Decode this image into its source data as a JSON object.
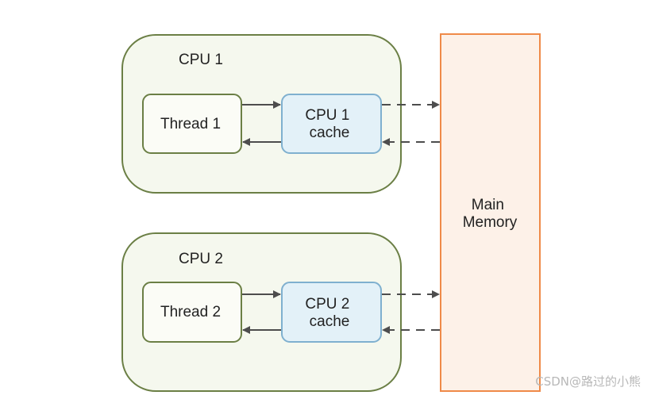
{
  "diagram": {
    "cpu1": {
      "title": "CPU 1",
      "thread_label": "Thread 1",
      "cache_label": [
        "CPU 1",
        "cache"
      ]
    },
    "cpu2": {
      "title": "CPU 2",
      "thread_label": "Thread 2",
      "cache_label": [
        "CPU 2",
        "cache"
      ]
    },
    "memory": {
      "label": [
        "Main",
        "Memory"
      ]
    }
  },
  "watermark": "CSDN@路过的小熊",
  "colors": {
    "cpu_container_fill": "#f5f8ee",
    "cpu_container_stroke": "#6b7f45",
    "thread_fill": "#fbfcf6",
    "thread_stroke": "#6b7f45",
    "cache_fill": "#e3f1f8",
    "cache_stroke": "#7fb0cf",
    "memory_fill": "#fdf1e8",
    "memory_stroke": "#ef8a48",
    "arrow": "#4d4d4d"
  }
}
